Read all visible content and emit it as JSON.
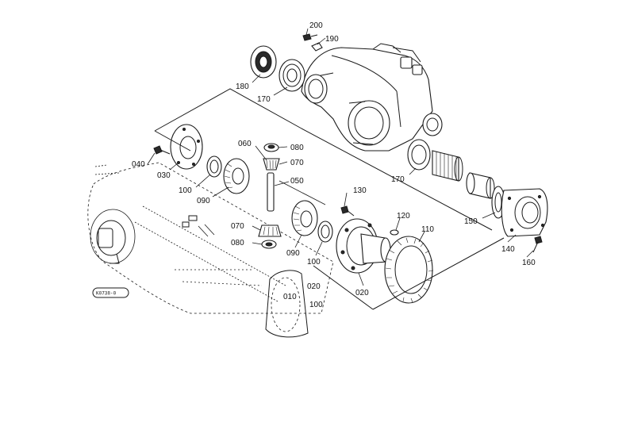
{
  "diagram": {
    "labels": [
      {
        "id": "p200",
        "text": "200"
      },
      {
        "id": "p190",
        "text": "190"
      },
      {
        "id": "p180",
        "text": "180"
      },
      {
        "id": "p170a",
        "text": "170"
      },
      {
        "id": "p060",
        "text": "060"
      },
      {
        "id": "p080a",
        "text": "080"
      },
      {
        "id": "p070a",
        "text": "070"
      },
      {
        "id": "p040",
        "text": "040"
      },
      {
        "id": "p030",
        "text": "030"
      },
      {
        "id": "p100a",
        "text": "100"
      },
      {
        "id": "p090a",
        "text": "090"
      },
      {
        "id": "p050",
        "text": "050"
      },
      {
        "id": "p170b",
        "text": "170"
      },
      {
        "id": "p130",
        "text": "130"
      },
      {
        "id": "p120",
        "text": "120"
      },
      {
        "id": "p110",
        "text": "110"
      },
      {
        "id": "p070b",
        "text": "070"
      },
      {
        "id": "p080b",
        "text": "080"
      },
      {
        "id": "p090b",
        "text": "090"
      },
      {
        "id": "p100b",
        "text": "100"
      },
      {
        "id": "p020a",
        "text": "020"
      },
      {
        "id": "p150",
        "text": "150"
      },
      {
        "id": "p140",
        "text": "140"
      },
      {
        "id": "p160",
        "text": "160"
      },
      {
        "id": "p020b",
        "text": "020"
      },
      {
        "id": "p010",
        "text": "010"
      },
      {
        "id": "p100c",
        "text": "100"
      }
    ],
    "figure_code": "K0738-0"
  }
}
